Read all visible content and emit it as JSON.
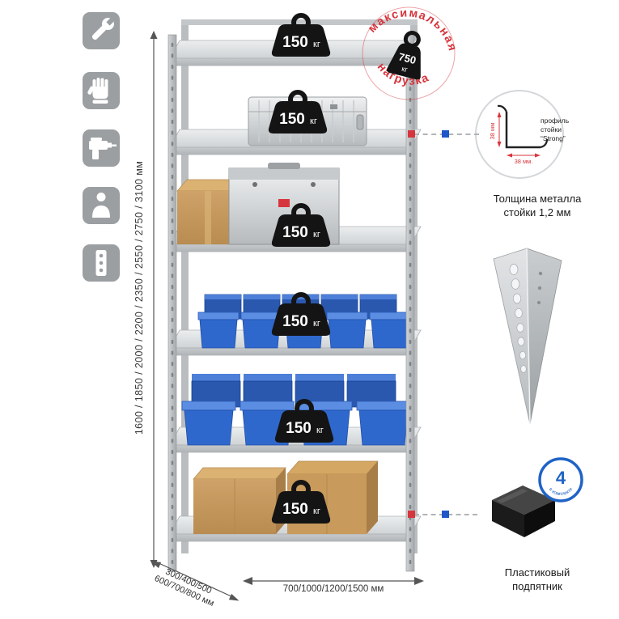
{
  "page": {
    "background": "#ffffff"
  },
  "colors": {
    "accent_red": "#d7353d",
    "accent_blue": "#1f57c8",
    "badge_blue": "#1f63c6",
    "icon_gray": "#9b9fa2",
    "weight_black": "#141414",
    "bin_blue": "#2f68cd",
    "cardboard": "#c89d62",
    "metal_gray": "#c3c7ca"
  },
  "left_icons": [
    {
      "name": "wrench-icon"
    },
    {
      "name": "gloves-icon"
    },
    {
      "name": "drill-icon"
    },
    {
      "name": "person-icon"
    },
    {
      "name": "perforated-profile-icon"
    }
  ],
  "height_dimension": {
    "label": "1600 / 1850 / 2000 / 2200 / 2350 / 2550 / 2750 / 3100 мм"
  },
  "shelf_weights": [
    {
      "value": "150",
      "unit": "кг"
    },
    {
      "value": "150",
      "unit": "кг"
    },
    {
      "value": "150",
      "unit": "кг"
    },
    {
      "value": "150",
      "unit": "кг"
    },
    {
      "value": "150",
      "unit": "кг"
    },
    {
      "value": "150",
      "unit": "кг"
    }
  ],
  "max_load_stamp": {
    "arc_top": "максимальная",
    "arc_bottom": "нагрузка",
    "value": "750",
    "unit": "кг"
  },
  "profile_callout": {
    "label_line1": "профиль",
    "label_line2": "стойки",
    "label_line3": "“Strong”",
    "dim_vertical": "38 мм",
    "dim_horizontal": "38 мм.",
    "caption_line1": "Толщина металла",
    "caption_line2": "стойки 1,2 мм"
  },
  "foot": {
    "badge_value": "4",
    "badge_text": "в комплекте",
    "caption_line1": "Пластиковый",
    "caption_line2": "подпятник"
  },
  "bottom_dimensions": {
    "depth_line1": "300/400/500",
    "depth_line2": "600/700/800 мм",
    "width": "700/1000/1200/1500 мм"
  }
}
